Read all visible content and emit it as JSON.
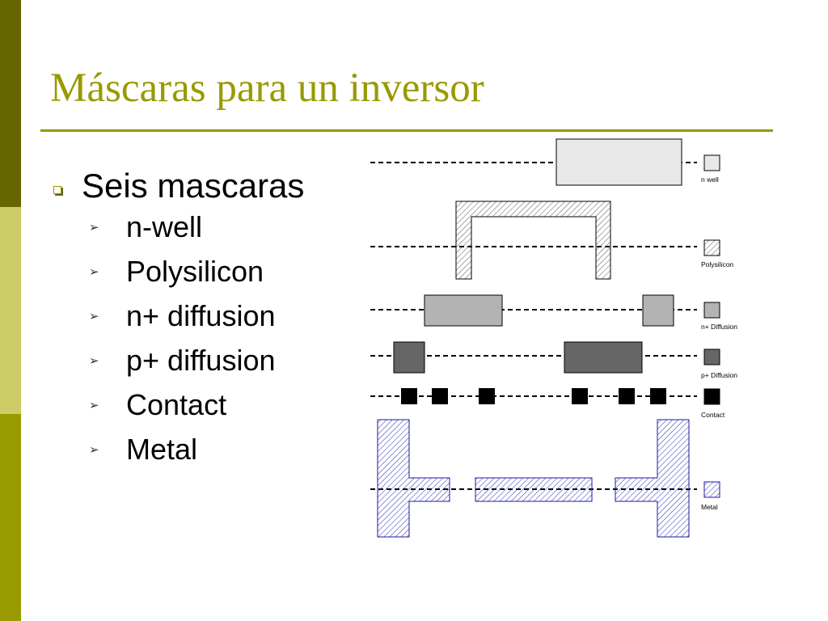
{
  "slide": {
    "title": "Máscaras para un inversor",
    "bullet": "Seis mascaras",
    "sub_bullets": [
      "n-well",
      "Polysilicon",
      "n+ diffusion",
      "p+ diffusion",
      "Contact",
      "Metal"
    ]
  },
  "diagram": {
    "legend": {
      "nwell": "n well",
      "poly": "Polysilicon",
      "ndiff": "n+ Diffusion",
      "pdiff": "p+ Diffusion",
      "contact": "Contact",
      "metal": "Metal"
    },
    "colors": {
      "nwell_fill": "#e8e8e8",
      "ndiff_fill": "#b3b3b3",
      "pdiff_fill": "#666666",
      "contact_fill": "#000000",
      "metal_stroke": "#1a1aa0",
      "accent": "#999900"
    }
  }
}
